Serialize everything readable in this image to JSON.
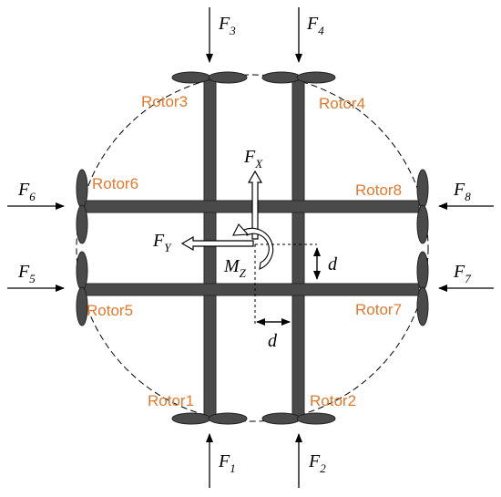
{
  "colors": {
    "frame": "#4a4a4a",
    "frame_stroke": "#2a2a2a",
    "rotor_label": "#e07a2e",
    "arrow": "#000000",
    "circle": "#000000"
  },
  "rotors": [
    {
      "label": "Rotor1"
    },
    {
      "label": "Rotor2"
    },
    {
      "label": "Rotor3"
    },
    {
      "label": "Rotor4"
    },
    {
      "label": "Rotor5"
    },
    {
      "label": "Rotor6"
    },
    {
      "label": "Rotor7"
    },
    {
      "label": "Rotor8"
    }
  ],
  "forces": [
    {
      "base": "F",
      "sub": "1"
    },
    {
      "base": "F",
      "sub": "2"
    },
    {
      "base": "F",
      "sub": "3"
    },
    {
      "base": "F",
      "sub": "4"
    },
    {
      "base": "F",
      "sub": "5"
    },
    {
      "base": "F",
      "sub": "6"
    },
    {
      "base": "F",
      "sub": "7"
    },
    {
      "base": "F",
      "sub": "8"
    }
  ],
  "body_forces": {
    "fx": {
      "base": "F",
      "sub": "X"
    },
    "fy": {
      "base": "F",
      "sub": "Y"
    },
    "mz": {
      "base": "M",
      "sub": "Z"
    }
  },
  "dimensions": {
    "vertical_d": "d",
    "horizontal_d": "d"
  }
}
